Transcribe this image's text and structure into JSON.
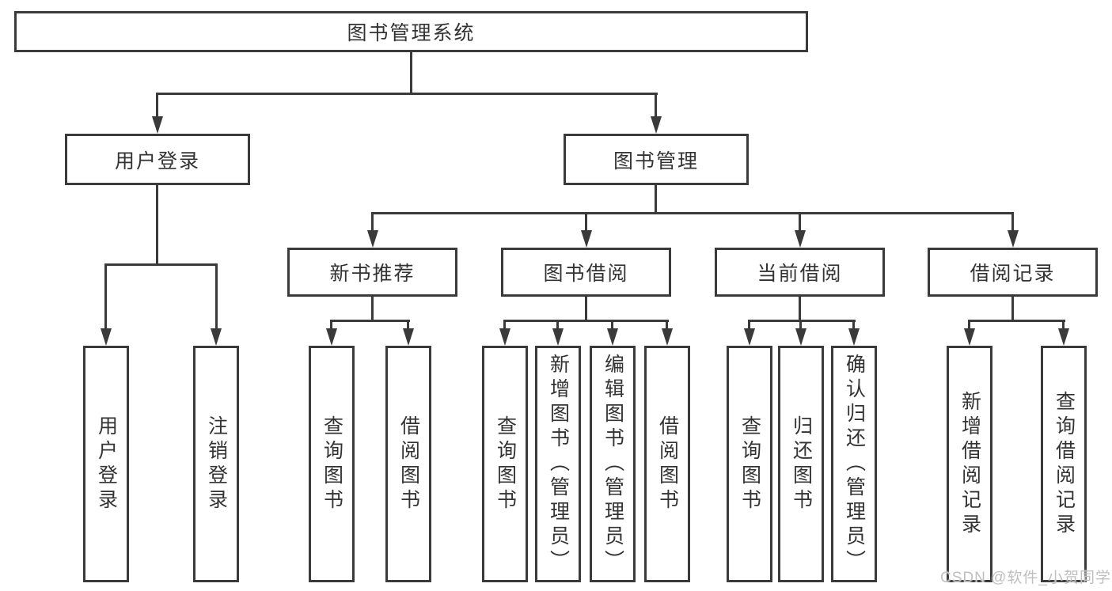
{
  "tree": {
    "label": "图书管理系统",
    "children": [
      {
        "label": "用户登录",
        "children": [
          {
            "label": "用户登录"
          },
          {
            "label": "注销登录"
          }
        ]
      },
      {
        "label": "图书管理",
        "children": [
          {
            "label": "新书推荐",
            "children": [
              {
                "label": "查询图书"
              },
              {
                "label": "借阅图书"
              }
            ]
          },
          {
            "label": "图书借阅",
            "children": [
              {
                "label": "查询图书"
              },
              {
                "label": "新增图书（管理员）"
              },
              {
                "label": "编辑图书（管理员）"
              },
              {
                "label": "借阅图书"
              }
            ]
          },
          {
            "label": "当前借阅",
            "children": [
              {
                "label": "查询图书"
              },
              {
                "label": "归还图书"
              },
              {
                "label": "确认归还（管理员）"
              }
            ]
          },
          {
            "label": "借阅记录",
            "children": [
              {
                "label": "新增借阅记录"
              },
              {
                "label": "查询借阅记录"
              }
            ]
          }
        ]
      }
    ]
  },
  "watermark": {
    "text": "CSDN @软件_小贺同学"
  },
  "colors": {
    "line": "#3a3a3a",
    "text": "#333333",
    "watermark": "#bfbfbf",
    "background": "#ffffff"
  }
}
